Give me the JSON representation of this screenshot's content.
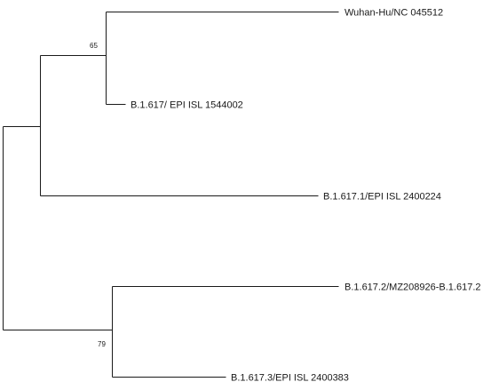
{
  "tree": {
    "leaves": [
      "Wuhan-Hu/NC 045512",
      "B.1.617/ EPI ISL 1544002",
      "B.1.617.1/EPI ISL 2400224",
      "B.1.617.2/MZ208926-B.1.617.2",
      "B.1.617.3/EPI ISL 2400383"
    ],
    "support_values": [
      "65",
      "79"
    ]
  }
}
